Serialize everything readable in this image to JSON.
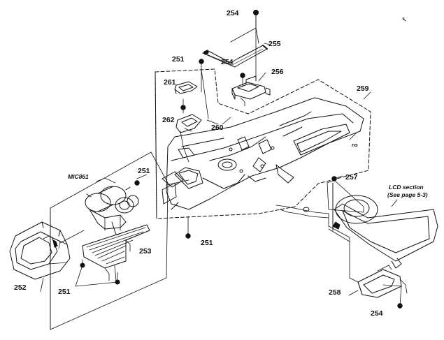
{
  "diagram": {
    "stroke_color": "#111111",
    "background_color": "#ffffff",
    "labels": {
      "c254_top": "254",
      "c255": "255",
      "c251_top": "251",
      "c254_mid": "254",
      "c256": "256",
      "c261": "261",
      "c259": "259",
      "c262": "262",
      "c260": "260",
      "c251_left": "251",
      "c257": "257",
      "c251_center": "251",
      "c253": "253",
      "c252": "252",
      "c251_bottom": "251",
      "c258": "258",
      "c254_bottom": "254",
      "mic": "MIC861",
      "lcd_line1": "LCD section",
      "lcd_line2": "(See page 5-3)",
      "ns": "ns",
      "corner_mark": "r"
    }
  }
}
